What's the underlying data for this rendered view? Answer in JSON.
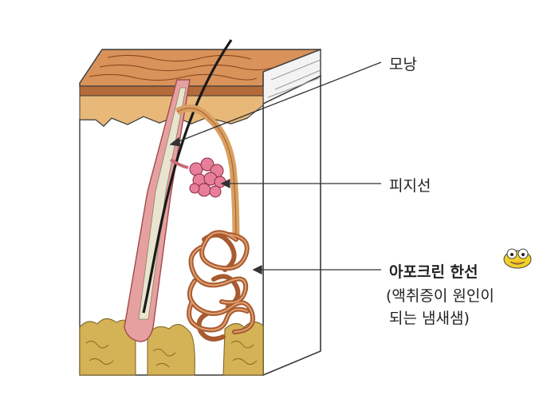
{
  "labels": {
    "hair_follicle": "모낭",
    "sebaceous_gland": "피지선",
    "apocrine_title": "아포크린 한선",
    "apocrine_note_line1": "(액취증이 원인이",
    "apocrine_note_line2": "되는 냄새샘)"
  },
  "colors": {
    "epidermis": "#d8925a",
    "epidermis_dark": "#b56a3a",
    "dermis": "#e8b878",
    "hair_sheath": "#e6a0a0",
    "hair_shaft": "#e8e4d0",
    "sebaceous": "#e87f9a",
    "gland_tube": "#a85a30",
    "fat": "#d4b256",
    "block_outline": "#3a3a3a",
    "leader_line": "#333333"
  },
  "icons": {
    "mascot": "cartoon-duck-icon"
  }
}
